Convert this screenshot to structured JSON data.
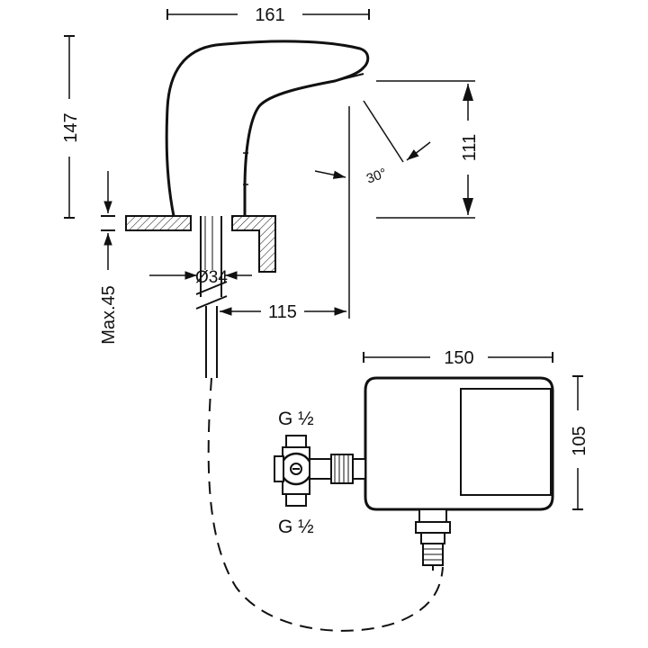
{
  "dimensions": {
    "spout_width": "161",
    "total_height": "147",
    "outlet_height": "111",
    "spray_angle": "30°",
    "max_thickness": "Max.45",
    "bore_diameter": "Ø34",
    "reach": "115",
    "box_width": "150",
    "box_height": "105"
  },
  "connections": {
    "inlet_top": "G ½",
    "inlet_bottom": "G ½"
  },
  "colors": {
    "line": "#111111",
    "background": "#ffffff"
  }
}
